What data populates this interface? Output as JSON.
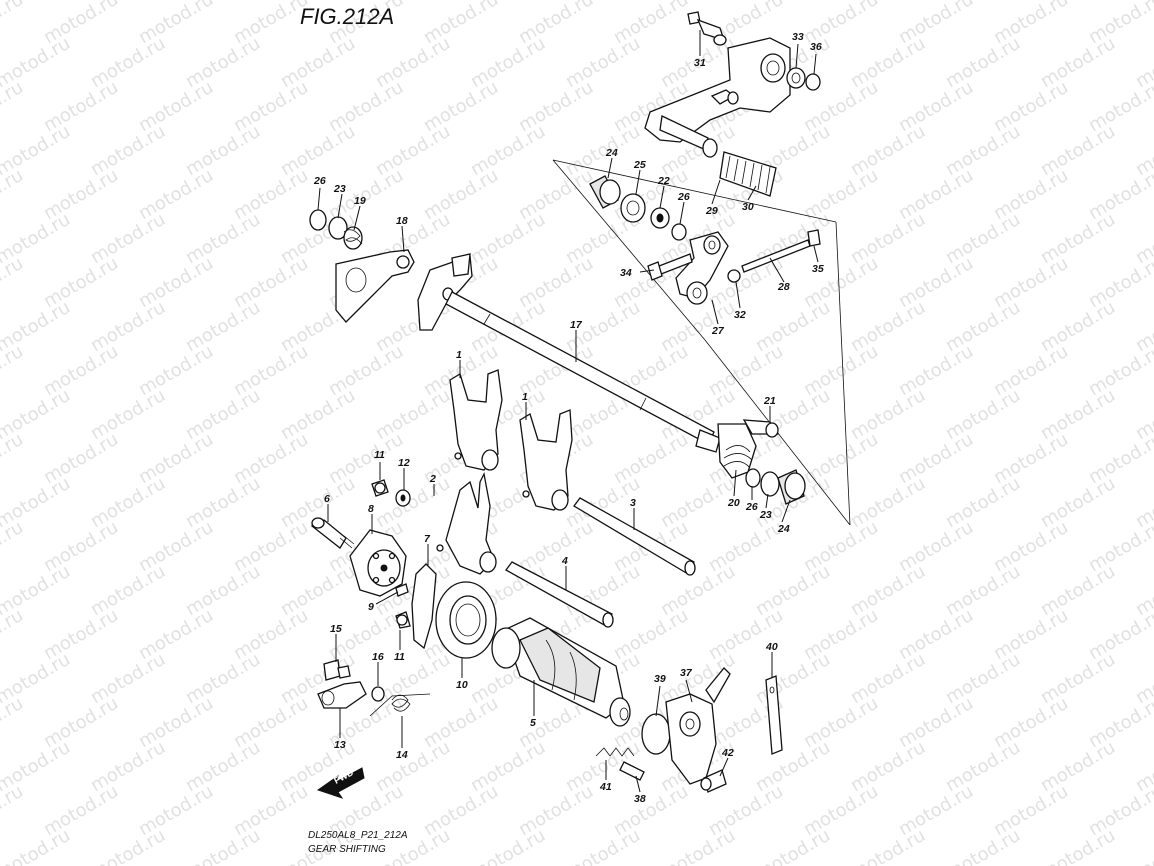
{
  "figure": {
    "title": "FIG.212A",
    "model_code": "DL250AL8_P21_212A",
    "caption": "GEAR SHIFTING"
  },
  "watermark": {
    "text": "motod.ru"
  },
  "arrow": {
    "label": "FWD"
  },
  "callouts": [
    {
      "id": "c1a",
      "label": "1"
    },
    {
      "id": "c1b",
      "label": "1"
    },
    {
      "id": "c2",
      "label": "2"
    },
    {
      "id": "c3",
      "label": "3"
    },
    {
      "id": "c4",
      "label": "4"
    },
    {
      "id": "c5",
      "label": "5"
    },
    {
      "id": "c6",
      "label": "6"
    },
    {
      "id": "c7",
      "label": "7"
    },
    {
      "id": "c8",
      "label": "8"
    },
    {
      "id": "c9",
      "label": "9"
    },
    {
      "id": "c10",
      "label": "10"
    },
    {
      "id": "c11a",
      "label": "11"
    },
    {
      "id": "c11b",
      "label": "11"
    },
    {
      "id": "c12",
      "label": "12"
    },
    {
      "id": "c13",
      "label": "13"
    },
    {
      "id": "c14",
      "label": "14"
    },
    {
      "id": "c15",
      "label": "15"
    },
    {
      "id": "c16",
      "label": "16"
    },
    {
      "id": "c17",
      "label": "17"
    },
    {
      "id": "c18",
      "label": "18"
    },
    {
      "id": "c19",
      "label": "19"
    },
    {
      "id": "c20",
      "label": "20"
    },
    {
      "id": "c21",
      "label": "21"
    },
    {
      "id": "c22",
      "label": "22"
    },
    {
      "id": "c23a",
      "label": "23"
    },
    {
      "id": "c23b",
      "label": "23"
    },
    {
      "id": "c24a",
      "label": "24"
    },
    {
      "id": "c24b",
      "label": "24"
    },
    {
      "id": "c25",
      "label": "25"
    },
    {
      "id": "c26a",
      "label": "26"
    },
    {
      "id": "c26b",
      "label": "26"
    },
    {
      "id": "c26c",
      "label": "26"
    },
    {
      "id": "c27",
      "label": "27"
    },
    {
      "id": "c28",
      "label": "28"
    },
    {
      "id": "c29",
      "label": "29"
    },
    {
      "id": "c30",
      "label": "30"
    },
    {
      "id": "c31",
      "label": "31"
    },
    {
      "id": "c32",
      "label": "32"
    },
    {
      "id": "c33",
      "label": "33"
    },
    {
      "id": "c34",
      "label": "34"
    },
    {
      "id": "c35",
      "label": "35"
    },
    {
      "id": "c36",
      "label": "36"
    },
    {
      "id": "c37",
      "label": "37"
    },
    {
      "id": "c38",
      "label": "38"
    },
    {
      "id": "c39",
      "label": "39"
    },
    {
      "id": "c40",
      "label": "40"
    },
    {
      "id": "c41",
      "label": "41"
    },
    {
      "id": "c42",
      "label": "42"
    }
  ]
}
